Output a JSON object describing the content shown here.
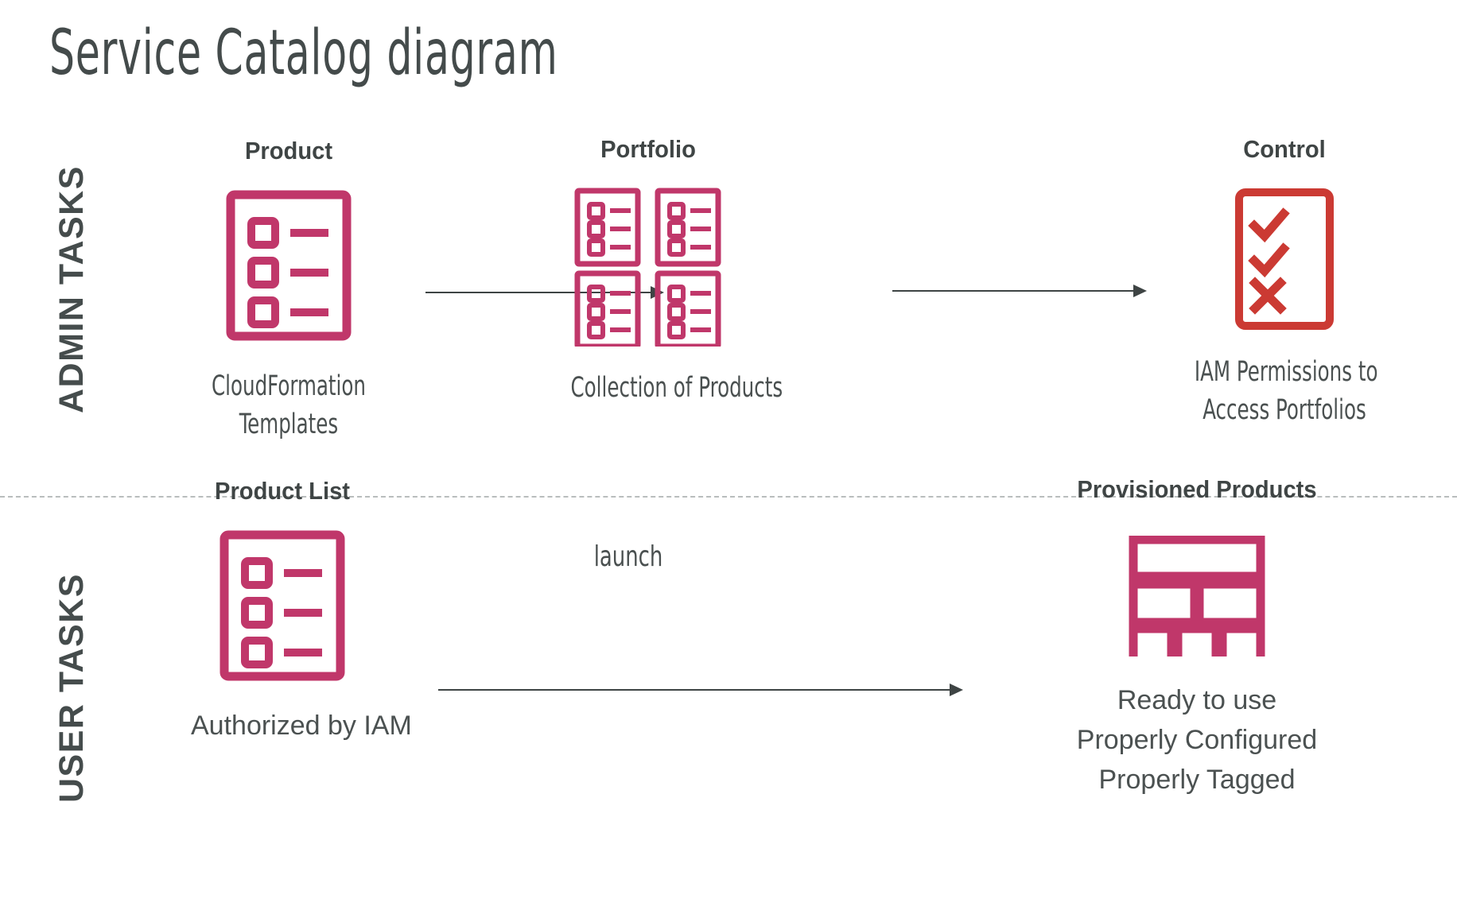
{
  "page": {
    "title": "Service Catalog diagram",
    "background": "#ffffff"
  },
  "colors": {
    "crimson": "#C0376A",
    "red": "#CB3A33",
    "text_dark": "#434A4A",
    "arrow": "#3E4444",
    "divider": "#B9BDBD"
  },
  "bands": [
    {
      "id": "admin",
      "label": "ADMIN TASKS"
    },
    {
      "id": "user",
      "label": "USER TASKS"
    }
  ],
  "divider": {
    "style": "dashed"
  },
  "admin_row": {
    "nodes": [
      {
        "id": "product",
        "heading": "Product",
        "caption": "CloudFormation\nTemplates",
        "caption_line1": "CloudFormation",
        "caption_line2": "Templates",
        "icon": "product-list-icon",
        "icon_color": "#C0376A"
      },
      {
        "id": "portfolio",
        "heading": "Portfolio",
        "caption_line1": "Collection of Products",
        "caption_line2": "",
        "icon": "portfolio-grid-icon",
        "icon_color": "#C0376A"
      },
      {
        "id": "control",
        "heading": "Control",
        "caption_line1": "IAM Permissions to",
        "caption_line2": "Access Portfolios",
        "icon": "checklist-control-icon",
        "icon_color": "#CB3A33"
      }
    ],
    "arrows": [
      {
        "id": "product-to-portfolio",
        "label": ""
      },
      {
        "id": "portfolio-to-control",
        "label": ""
      }
    ]
  },
  "user_row": {
    "nodes": [
      {
        "id": "product-list",
        "heading": "Product List",
        "caption_line1": "Authorized by IAM",
        "caption_line2": "",
        "caption_line3": "",
        "icon": "product-list-icon",
        "icon_color": "#C0376A"
      },
      {
        "id": "provisioned-products",
        "heading": "Provisioned Products",
        "caption_line1": "Ready to use",
        "caption_line2": "Properly Configured",
        "caption_line3": "Properly Tagged",
        "icon": "provisioned-blocks-icon",
        "icon_color": "#C0376A"
      }
    ],
    "arrows": [
      {
        "id": "launch-arrow",
        "label": "launch"
      }
    ]
  },
  "watermark": {
    "text": ""
  }
}
